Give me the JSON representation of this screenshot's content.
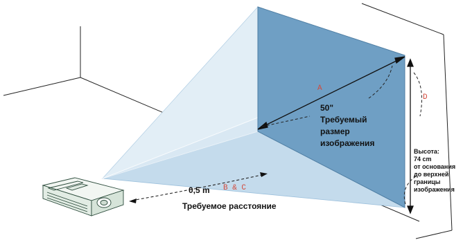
{
  "labels": {
    "screen_size": "50\"",
    "image_size_line1": "Требуемый",
    "image_size_line2": "размер",
    "image_size_line3": "изображения",
    "distance_value": "0,5 m",
    "distance_label": "Требуемое расстояние",
    "height_line1": "Высота:",
    "height_line2": "74 cm",
    "height_line3": "от основания",
    "height_line4": "до верхней",
    "height_line5": "границы",
    "height_line6": "изображения",
    "letter_a": "A",
    "letter_bc": "B & C",
    "letter_d": "D"
  },
  "colors": {
    "screen_fill": "#6f9fc4",
    "beam_fill": "#cfe2f0",
    "letter_color": "#d24a3c"
  }
}
